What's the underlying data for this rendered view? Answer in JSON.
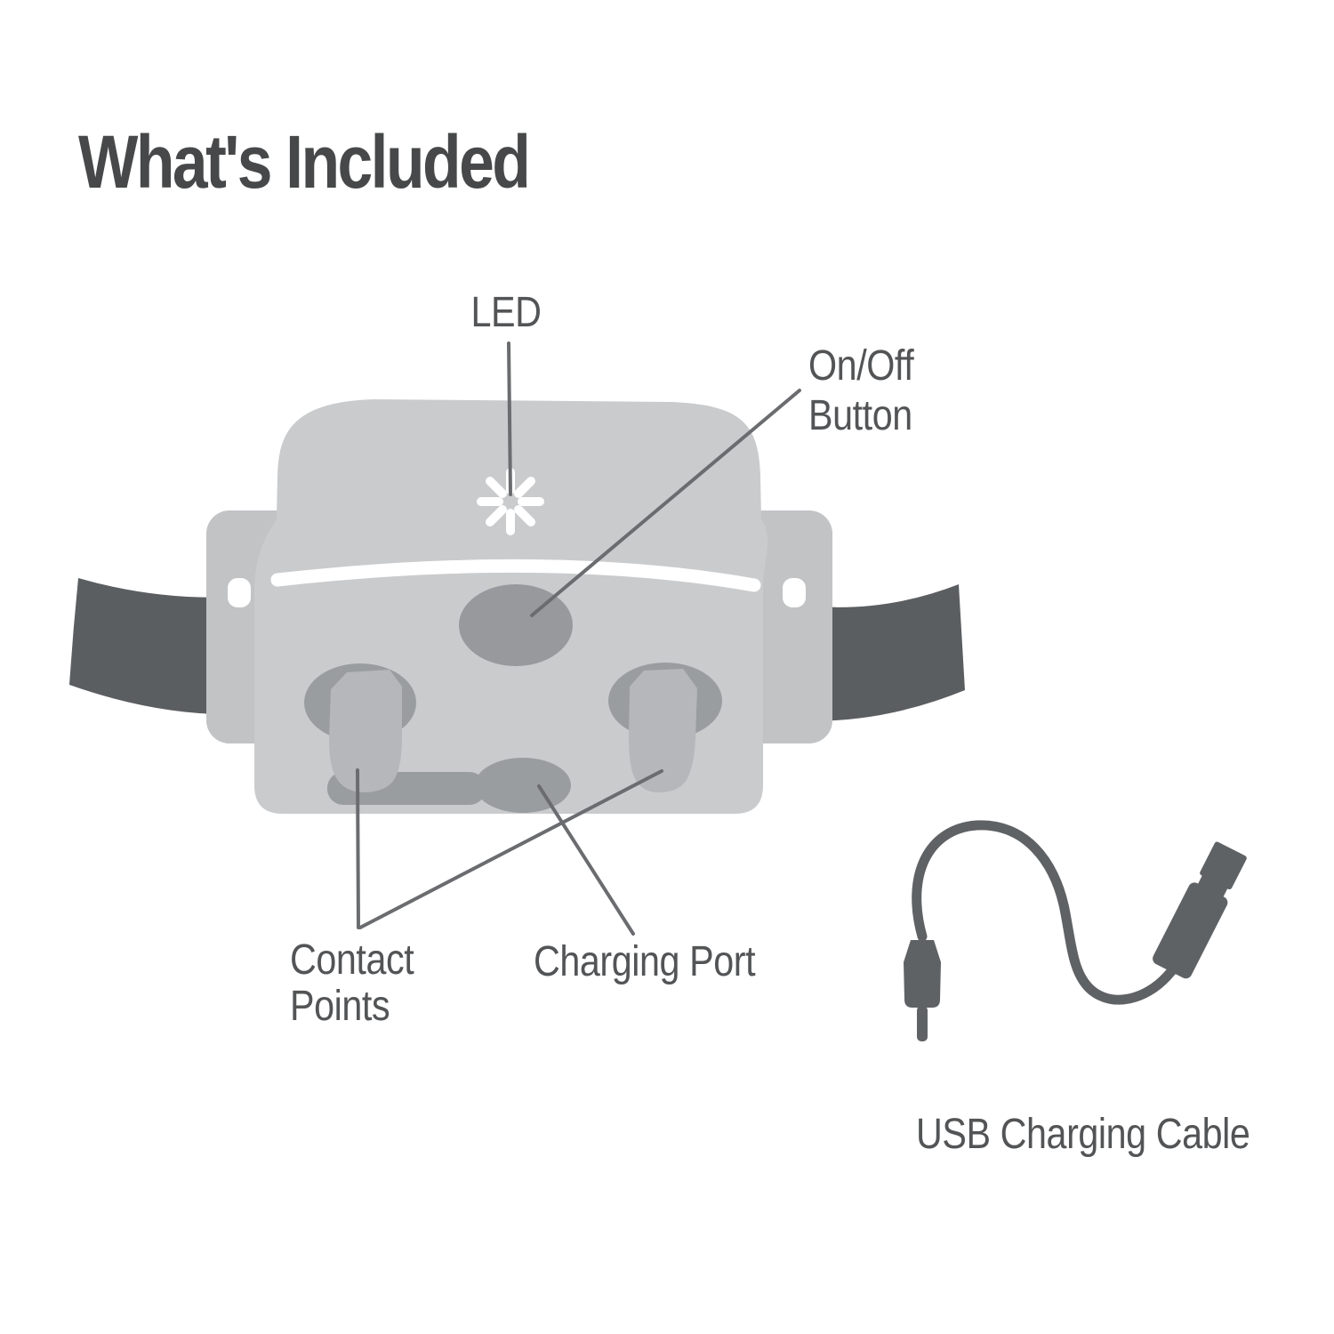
{
  "title": "What's Included",
  "labels": {
    "led": "LED",
    "on_off": {
      "line1": "On/Off",
      "line2": "Button"
    },
    "contact": {
      "line1": "Contact",
      "line2": "Points"
    },
    "charging_port": "Charging Port",
    "usb_cable": "USB Charging Cable"
  },
  "colors": {
    "title": "#474849",
    "label": "#525456",
    "line": "#6a6c6f",
    "body": "#c9cbcd",
    "backplate": "#c1c3c5",
    "strap": "#5b5e61",
    "button": "#97999c",
    "contact": "#9a9da0",
    "prong": "#b5b7ba",
    "cable": "#5f6265",
    "background": "#ffffff"
  }
}
